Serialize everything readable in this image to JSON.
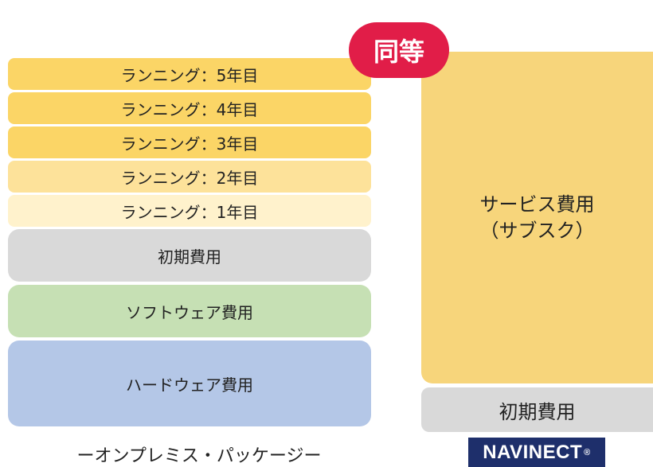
{
  "badge": {
    "label": "同等"
  },
  "onprem": {
    "caption": "ーオンプレミス・パッケージー",
    "running5": "ランニング：5年目",
    "running4": "ランニング：4年目",
    "running3": "ランニング：3年目",
    "running2": "ランニング：2年目",
    "running1": "ランニング：1年目",
    "initial": "初期費用",
    "software": "ソフトウェア費用",
    "hardware": "ハードウェア費用"
  },
  "subscription": {
    "service_line1": "サービス費用",
    "service_line2": "（サブスク）",
    "initial": "初期費用"
  },
  "logo": {
    "text": "NAVINECT",
    "mark": "®"
  },
  "colors": {
    "running5": "#fbd566",
    "running4": "#fbd566",
    "running3": "#fbd566",
    "running2": "#fde29a",
    "running1": "#fff2cc",
    "initial": "#d9d9d9",
    "software": "#c6e0b4",
    "hardware": "#b4c7e7",
    "service": "#f7d57b",
    "badge": "#e11d48",
    "logo_bg": "#1e2f6b"
  }
}
